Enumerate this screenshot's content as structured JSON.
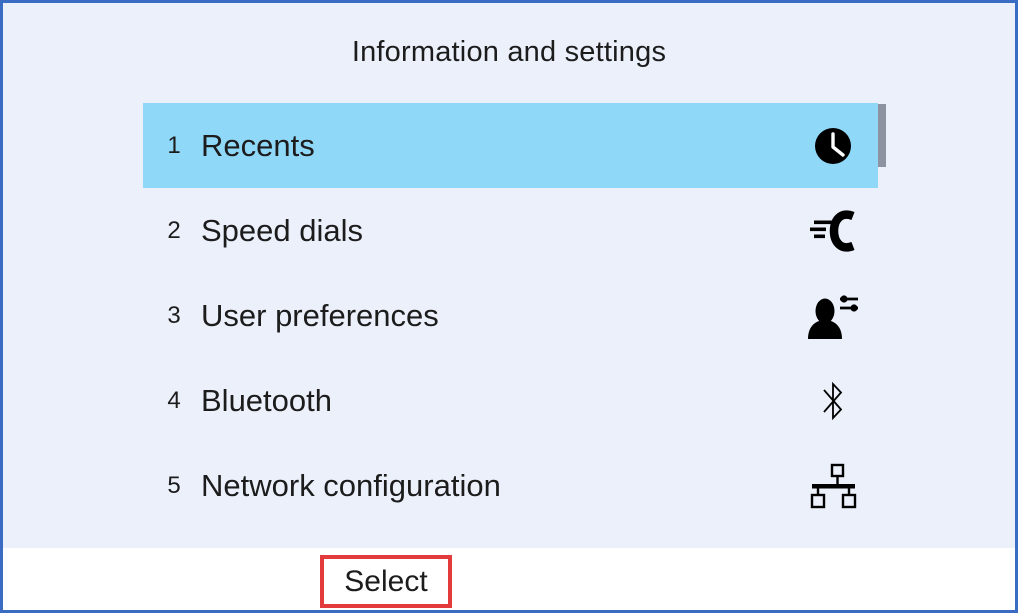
{
  "header": {
    "title": "Information and settings"
  },
  "menu": {
    "items": [
      {
        "number": "1",
        "label": "Recents",
        "icon": "clock-icon",
        "selected": true
      },
      {
        "number": "2",
        "label": "Speed dials",
        "icon": "speed-dial-phone-icon",
        "selected": false
      },
      {
        "number": "3",
        "label": "User preferences",
        "icon": "user-preferences-icon",
        "selected": false
      },
      {
        "number": "4",
        "label": "Bluetooth",
        "icon": "bluetooth-icon",
        "selected": false
      },
      {
        "number": "5",
        "label": "Network configuration",
        "icon": "network-icon",
        "selected": false
      }
    ]
  },
  "softkeys": {
    "select_label": "Select"
  },
  "scrollbar": {
    "visible": true
  },
  "colors": {
    "screen_border": "#3a6cc4",
    "background": "#ebf0fb",
    "highlight": "#90d8f8",
    "scrollbar": "#8e93a1",
    "select_button_border": "#e33b3b",
    "text": "#1c1c1c",
    "icon": "#000000"
  }
}
